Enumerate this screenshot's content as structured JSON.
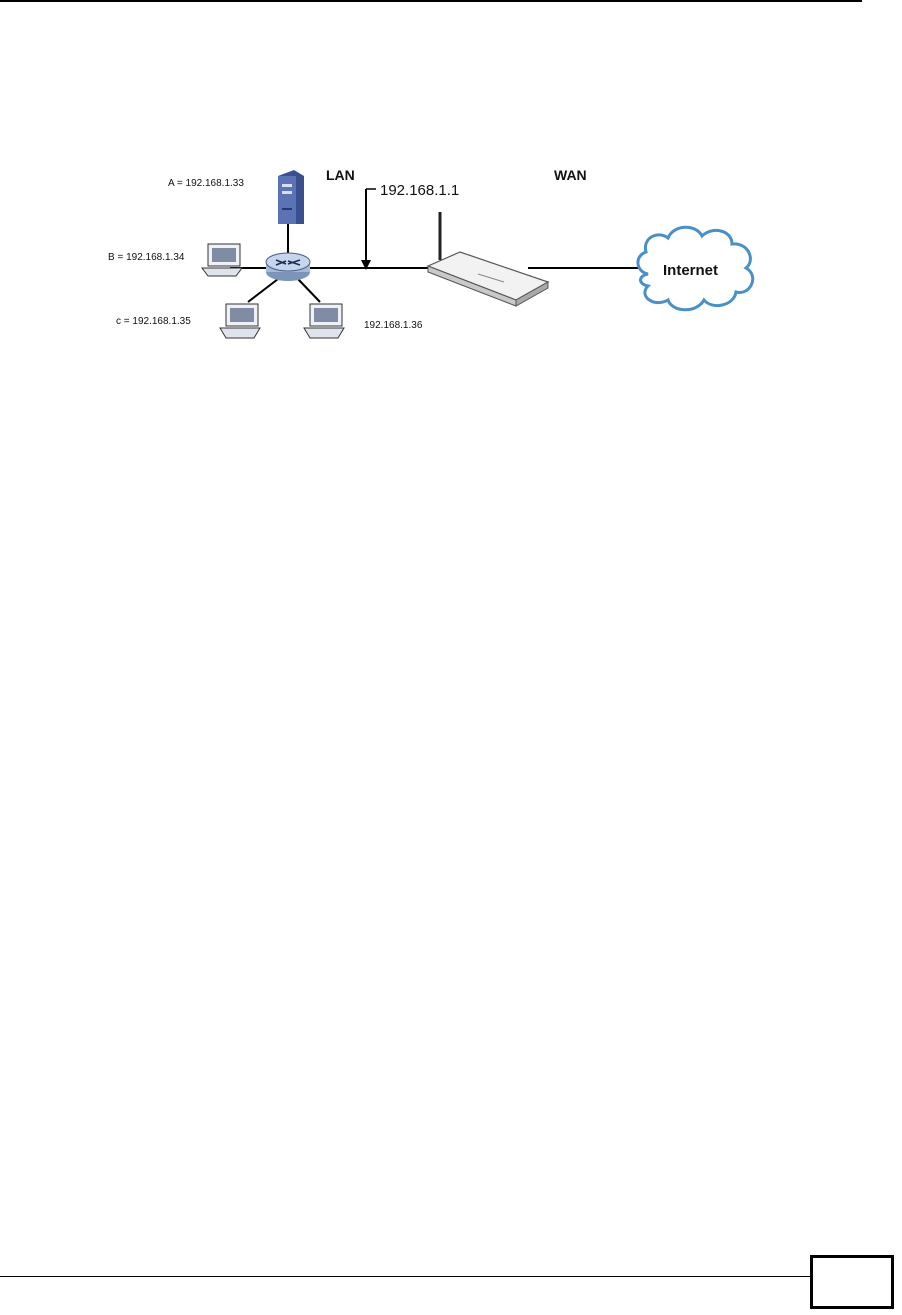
{
  "diagram": {
    "host_a_label": "A = 192.168.1.33",
    "host_b_label": "B = 192.168.1.34",
    "host_c_label": "c = 192.168.1.35",
    "host_d_label": "192.168.1.36",
    "lan_label": "LAN",
    "wan_label": "WAN",
    "router_ip_label": "192.168.1.1",
    "internet_label": "Internet"
  }
}
